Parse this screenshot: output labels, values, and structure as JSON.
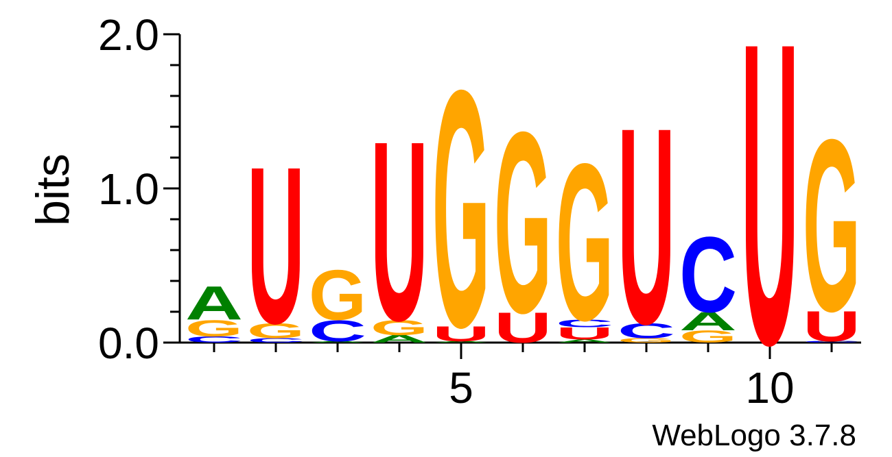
{
  "chart_data": {
    "type": "sequence-logo",
    "ylabel": "bits",
    "ylim": [
      0,
      2.0
    ],
    "yticks": [
      {
        "value": 0.0,
        "label": "0.0"
      },
      {
        "value": 1.0,
        "label": "1.0"
      },
      {
        "value": 2.0,
        "label": "2.0"
      }
    ],
    "yminor_step": 0.2,
    "xticks": [
      {
        "position": 5,
        "label": "5"
      },
      {
        "position": 10,
        "label": "10"
      }
    ],
    "x_range": [
      1,
      11
    ],
    "footer": "WebLogo 3.7.8",
    "colors": {
      "A": "#008000",
      "C": "#0000ff",
      "G": "#ffa500",
      "U": "#ff0000"
    },
    "positions": [
      {
        "pos": 1,
        "stack": [
          {
            "letter": "C",
            "bits": 0.04
          },
          {
            "letter": "G",
            "bits": 0.11
          },
          {
            "letter": "A",
            "bits": 0.22
          }
        ]
      },
      {
        "pos": 2,
        "stack": [
          {
            "letter": "C",
            "bits": 0.03
          },
          {
            "letter": "G",
            "bits": 0.1
          },
          {
            "letter": "U",
            "bits": 1.04
          }
        ]
      },
      {
        "pos": 3,
        "stack": [
          {
            "letter": "A",
            "bits": 0.01
          },
          {
            "letter": "C",
            "bits": 0.14
          },
          {
            "letter": "G",
            "bits": 0.33
          }
        ]
      },
      {
        "pos": 4,
        "stack": [
          {
            "letter": "A",
            "bits": 0.05
          },
          {
            "letter": "G",
            "bits": 0.1
          },
          {
            "letter": "U",
            "bits": 1.19
          }
        ]
      },
      {
        "pos": 5,
        "stack": [
          {
            "letter": "A",
            "bits": 0.01
          },
          {
            "letter": "U",
            "bits": 0.1
          },
          {
            "letter": "G",
            "bits": 1.57
          }
        ]
      },
      {
        "pos": 6,
        "stack": [
          {
            "letter": "U",
            "bits": 0.2
          },
          {
            "letter": "G",
            "bits": 1.2
          }
        ]
      },
      {
        "pos": 7,
        "stack": [
          {
            "letter": "A",
            "bits": 0.02
          },
          {
            "letter": "U",
            "bits": 0.08
          },
          {
            "letter": "C",
            "bits": 0.05
          },
          {
            "letter": "G",
            "bits": 1.04
          }
        ]
      },
      {
        "pos": 8,
        "stack": [
          {
            "letter": "G",
            "bits": 0.03
          },
          {
            "letter": "C",
            "bits": 0.1
          },
          {
            "letter": "U",
            "bits": 1.3
          }
        ]
      },
      {
        "pos": 9,
        "stack": [
          {
            "letter": "G",
            "bits": 0.08
          },
          {
            "letter": "A",
            "bits": 0.12
          },
          {
            "letter": "C",
            "bits": 0.5
          }
        ]
      },
      {
        "pos": 10,
        "stack": [
          {
            "letter": "U",
            "bits": 2.0
          }
        ]
      },
      {
        "pos": 11,
        "stack": [
          {
            "letter": "C",
            "bits": 0.01
          },
          {
            "letter": "U",
            "bits": 0.2
          },
          {
            "letter": "G",
            "bits": 1.14
          }
        ]
      }
    ]
  }
}
